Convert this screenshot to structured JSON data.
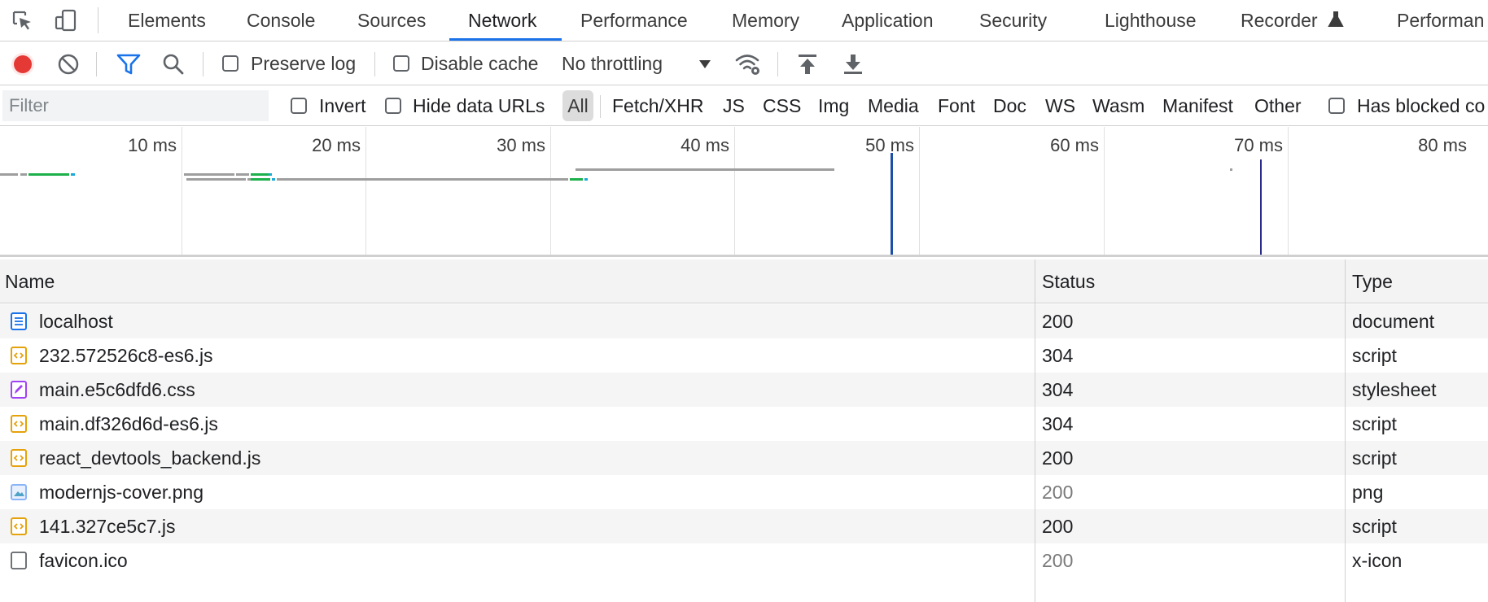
{
  "tabs": [
    {
      "label": "Elements",
      "active": false
    },
    {
      "label": "Console",
      "active": false
    },
    {
      "label": "Sources",
      "active": false
    },
    {
      "label": "Network",
      "active": true
    },
    {
      "label": "Performance",
      "active": false
    },
    {
      "label": "Memory",
      "active": false
    },
    {
      "label": "Application",
      "active": false
    },
    {
      "label": "Security",
      "active": false
    },
    {
      "label": "Lighthouse",
      "active": false
    },
    {
      "label": "Recorder",
      "active": false
    },
    {
      "label": "Performan",
      "active": false
    }
  ],
  "toolbar": {
    "preserve_log": "Preserve log",
    "disable_cache": "Disable cache",
    "throttling": "No throttling"
  },
  "filterbar": {
    "placeholder": "Filter",
    "invert": "Invert",
    "hide_data_urls": "Hide data URLs",
    "types": [
      "All",
      "Fetch/XHR",
      "JS",
      "CSS",
      "Img",
      "Media",
      "Font",
      "Doc",
      "WS",
      "Wasm",
      "Manifest",
      "Other"
    ],
    "has_blocked": "Has blocked co"
  },
  "timeline": {
    "ticks": [
      "10 ms",
      "20 ms",
      "30 ms",
      "40 ms",
      "50 ms",
      "60 ms",
      "70 ms",
      "80 ms"
    ],
    "colors": {
      "waiting": "#9e9e9e",
      "download": "#1db04b",
      "dns": "#19a9d6",
      "dom_content_loaded": "#1e4fa8",
      "load": "#2b2b8a"
    }
  },
  "table": {
    "headers": {
      "name": "Name",
      "status": "Status",
      "type": "Type"
    },
    "rows": [
      {
        "name": "localhost",
        "status": "200",
        "type": "document",
        "icon": "document-icon",
        "dim": false
      },
      {
        "name": "232.572526c8-es6.js",
        "status": "304",
        "type": "script",
        "icon": "script-icon",
        "dim": false
      },
      {
        "name": "main.e5c6dfd6.css",
        "status": "304",
        "type": "stylesheet",
        "icon": "stylesheet-icon",
        "dim": false
      },
      {
        "name": "main.df326d6d-es6.js",
        "status": "304",
        "type": "script",
        "icon": "script-icon",
        "dim": false
      },
      {
        "name": "react_devtools_backend.js",
        "status": "200",
        "type": "script",
        "icon": "script-icon",
        "dim": false
      },
      {
        "name": "modernjs-cover.png",
        "status": "200",
        "type": "png",
        "icon": "image-icon",
        "dim": true
      },
      {
        "name": "141.327ce5c7.js",
        "status": "200",
        "type": "script",
        "icon": "script-icon",
        "dim": false
      },
      {
        "name": "favicon.ico",
        "status": "200",
        "type": "x-icon",
        "icon": "file-icon",
        "dim": true
      }
    ]
  }
}
